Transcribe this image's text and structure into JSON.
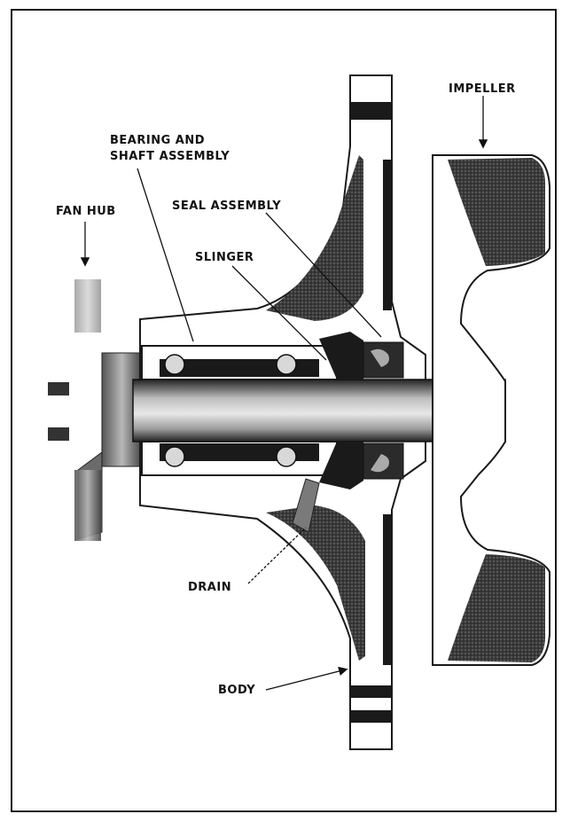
{
  "labels": {
    "impeller": "IMPELLER",
    "bearing_line1": "BEARING AND",
    "bearing_line2": "SHAFT ASSEMBLY",
    "fan_hub": "FAN HUB",
    "seal_assembly": "SEAL ASSEMBLY",
    "slinger": "SLINGER",
    "drain": "DRAIN",
    "body": "BODY"
  }
}
